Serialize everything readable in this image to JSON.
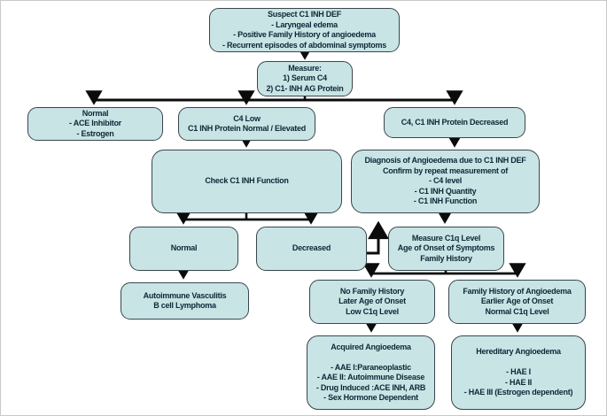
{
  "diagram": {
    "subject": "Suspect C1 INH DEF diagnostic flowchart",
    "colors": {
      "box_fill": "#c9e4e5",
      "box_border": "#39454c",
      "text": "#0d2836",
      "line": "#0b0b0b",
      "background": "#ffffff"
    }
  },
  "nodes": {
    "suspect": {
      "lines": [
        "Suspect C1 INH DEF",
        "- Laryngeal edema",
        "- Positive Family History of angioedema",
        "- Recurrent episodes of abdominal symptoms"
      ]
    },
    "measure": {
      "lines": [
        "Measure:",
        "1) Serum C4",
        "2) C1- INH AG Protein"
      ]
    },
    "normal_ace": {
      "lines": [
        "Normal",
        "- ACE Inhibitor",
        "- Estrogen"
      ]
    },
    "c4_low": {
      "lines": [
        "C4 Low",
        "C1 INH Protein Normal / Elevated"
      ]
    },
    "c4_c1_decreased": {
      "lines": [
        "C4, C1 INH Protein Decreased"
      ]
    },
    "check_function": {
      "lines": [
        "Check C1 INH Function"
      ]
    },
    "diagnosis": {
      "lines": [
        "Diagnosis of Angioedema due to C1 INH DEF",
        "Confirm by repeat measurement of",
        "- C4 level",
        "- C1 INH Quantity",
        "- C1 INH Function"
      ]
    },
    "function_normal": {
      "lines": [
        "Normal"
      ]
    },
    "function_decreased": {
      "lines": [
        "Decreased"
      ]
    },
    "measure_c1q": {
      "lines": [
        "Measure C1q Level",
        "Age of Onset of Symptoms",
        "Family History"
      ]
    },
    "autoimmune": {
      "lines": [
        "Autoimmune Vasculitis",
        "B cell Lymphoma"
      ]
    },
    "no_family_history": {
      "lines": [
        "No Family History",
        "Later Age of Onset",
        "Low C1q Level"
      ]
    },
    "family_history": {
      "lines": [
        "Family History of Angioedema",
        "Earlier Age of Onset",
        "Normal C1q Level"
      ]
    },
    "acquired": {
      "lines": [
        "Acquired Angioedema",
        "",
        "- AAE I:Paraneoplastic",
        "- AAE II: Autoimmune Disease",
        "- Drug Induced :ACE INH, ARB",
        "- Sex Hormone Dependent"
      ]
    },
    "hereditary": {
      "lines": [
        "Hereditary Angioedema",
        "",
        "- HAE I",
        "- HAE II",
        "- HAE III (Estrogen dependent)"
      ]
    }
  }
}
